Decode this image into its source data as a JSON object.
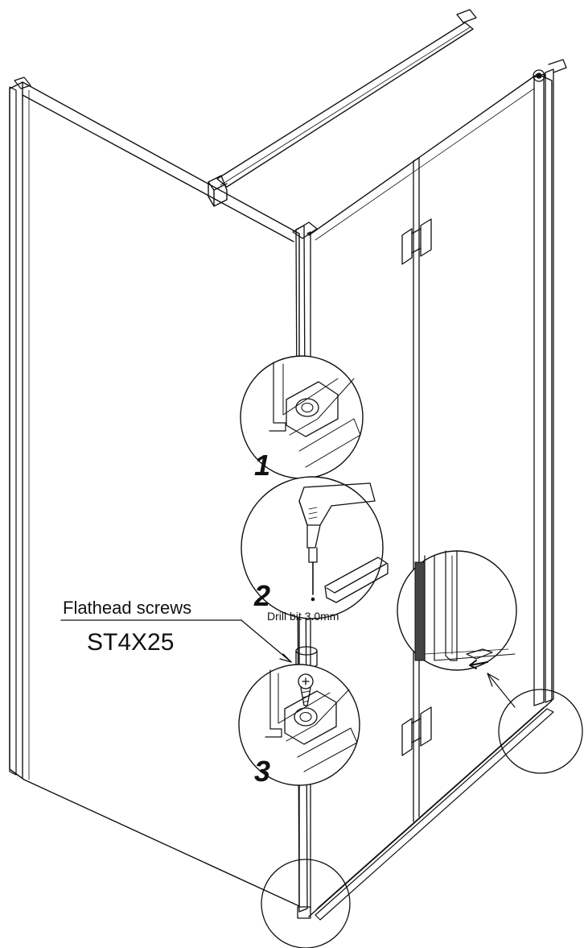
{
  "callouts": {
    "screw_type": "Flathead screws",
    "screw_size": "ST4X25",
    "drill_bit": "Drill bit 3.0mm"
  },
  "steps": [
    "1",
    "2",
    "3"
  ]
}
